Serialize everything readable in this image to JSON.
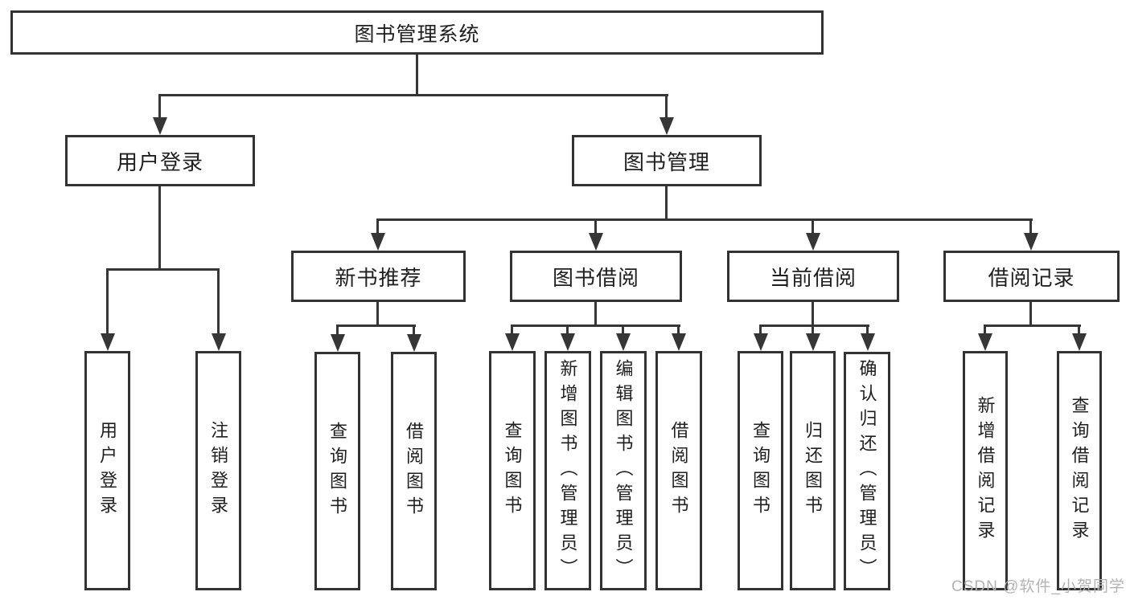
{
  "colors": {
    "box_border": "#333333",
    "connector": "#363636",
    "text": "#1f1f1f",
    "watermark": "#b3b3b3",
    "bg": "#ffffff"
  },
  "watermark": {
    "text": "CSDN @软件_小贺同学"
  },
  "tree": {
    "root": {
      "label": "图书管理系统"
    },
    "branches": [
      {
        "label": "用户登录",
        "children": [
          {
            "label": "用户登录"
          },
          {
            "label": "注销登录"
          }
        ]
      },
      {
        "label": "图书管理",
        "children": [
          {
            "label": "新书推荐",
            "children": [
              {
                "label": "查询图书"
              },
              {
                "label": "借阅图书"
              }
            ]
          },
          {
            "label": "图书借阅",
            "children": [
              {
                "label": "查询图书"
              },
              {
                "label": "新增图书（管理员）"
              },
              {
                "label": "编辑图书（管理员）"
              },
              {
                "label": "借阅图书"
              }
            ]
          },
          {
            "label": "当前借阅",
            "children": [
              {
                "label": "查询图书"
              },
              {
                "label": "归还图书"
              },
              {
                "label": "确认归还（管理员）"
              }
            ]
          },
          {
            "label": "借阅记录",
            "children": [
              {
                "label": "新增借阅记录"
              },
              {
                "label": "查询借阅记录"
              }
            ]
          }
        ]
      }
    ]
  }
}
